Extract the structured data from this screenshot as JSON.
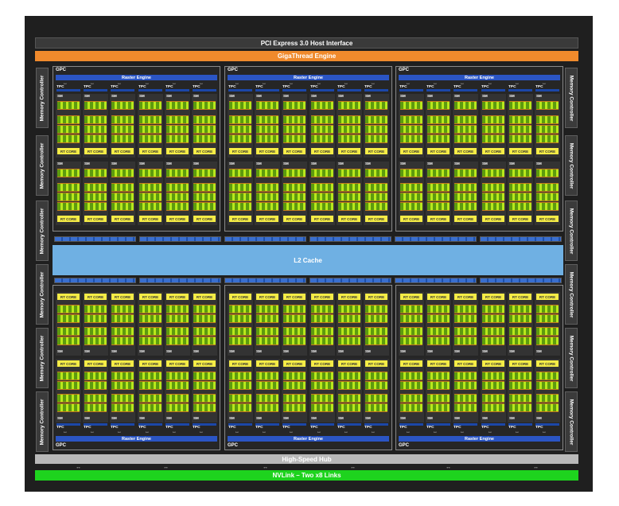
{
  "title_pci": "PCI Express 3.0 Host Interface",
  "title_gigathread": "GigaThread Engine",
  "l2_cache": "L2 Cache",
  "hub": "High-Speed Hub",
  "nvlink": "NVLink – Two x8 Links",
  "memory_controller": "Memory Controller",
  "gpc_label": "GPC",
  "raster_label": "Raster Engine",
  "tpc_label": "TPC",
  "sm_label": "SM",
  "rt_label": "RT CORE",
  "colors": {
    "frame": "#1f1f1f",
    "gigathread": "#f08a2c",
    "l2": "#6fb0e3",
    "nvlink": "#1ed31e",
    "raster": "#2b55c4",
    "rt_core": "#f5ec46",
    "cuda_core": "#8cc63f"
  }
}
